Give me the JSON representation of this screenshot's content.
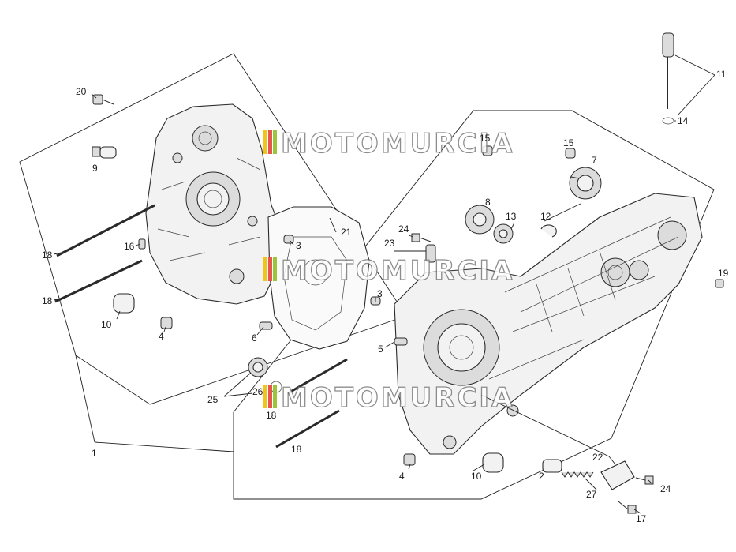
{
  "labels": [
    {
      "id": "20",
      "text": "20"
    },
    {
      "id": "9",
      "text": "9"
    },
    {
      "id": "18a",
      "text": "18"
    },
    {
      "id": "16",
      "text": "16"
    },
    {
      "id": "18b",
      "text": "18"
    },
    {
      "id": "10a",
      "text": "10"
    },
    {
      "id": "4a",
      "text": "4"
    },
    {
      "id": "21",
      "text": "21"
    },
    {
      "id": "3a",
      "text": "3"
    },
    {
      "id": "3b",
      "text": "3"
    },
    {
      "id": "6",
      "text": "6"
    },
    {
      "id": "25",
      "text": "25"
    },
    {
      "id": "26",
      "text": "26"
    },
    {
      "id": "18c",
      "text": "18"
    },
    {
      "id": "18d",
      "text": "18"
    },
    {
      "id": "1",
      "text": "1"
    },
    {
      "id": "5",
      "text": "5"
    },
    {
      "id": "23",
      "text": "23"
    },
    {
      "id": "24a",
      "text": "24"
    },
    {
      "id": "15a",
      "text": "15"
    },
    {
      "id": "15b",
      "text": "15"
    },
    {
      "id": "7",
      "text": "7"
    },
    {
      "id": "8",
      "text": "8"
    },
    {
      "id": "13",
      "text": "13"
    },
    {
      "id": "12",
      "text": "12"
    },
    {
      "id": "11",
      "text": "11"
    },
    {
      "id": "14",
      "text": "14"
    },
    {
      "id": "19",
      "text": "19"
    },
    {
      "id": "4b",
      "text": "4"
    },
    {
      "id": "10b",
      "text": "10"
    },
    {
      "id": "2",
      "text": "2"
    },
    {
      "id": "22",
      "text": "22"
    },
    {
      "id": "24b",
      "text": "24"
    },
    {
      "id": "27",
      "text": "27"
    },
    {
      "id": "17",
      "text": "17"
    }
  ],
  "watermark": {
    "text": "MOTOMURCIA"
  }
}
